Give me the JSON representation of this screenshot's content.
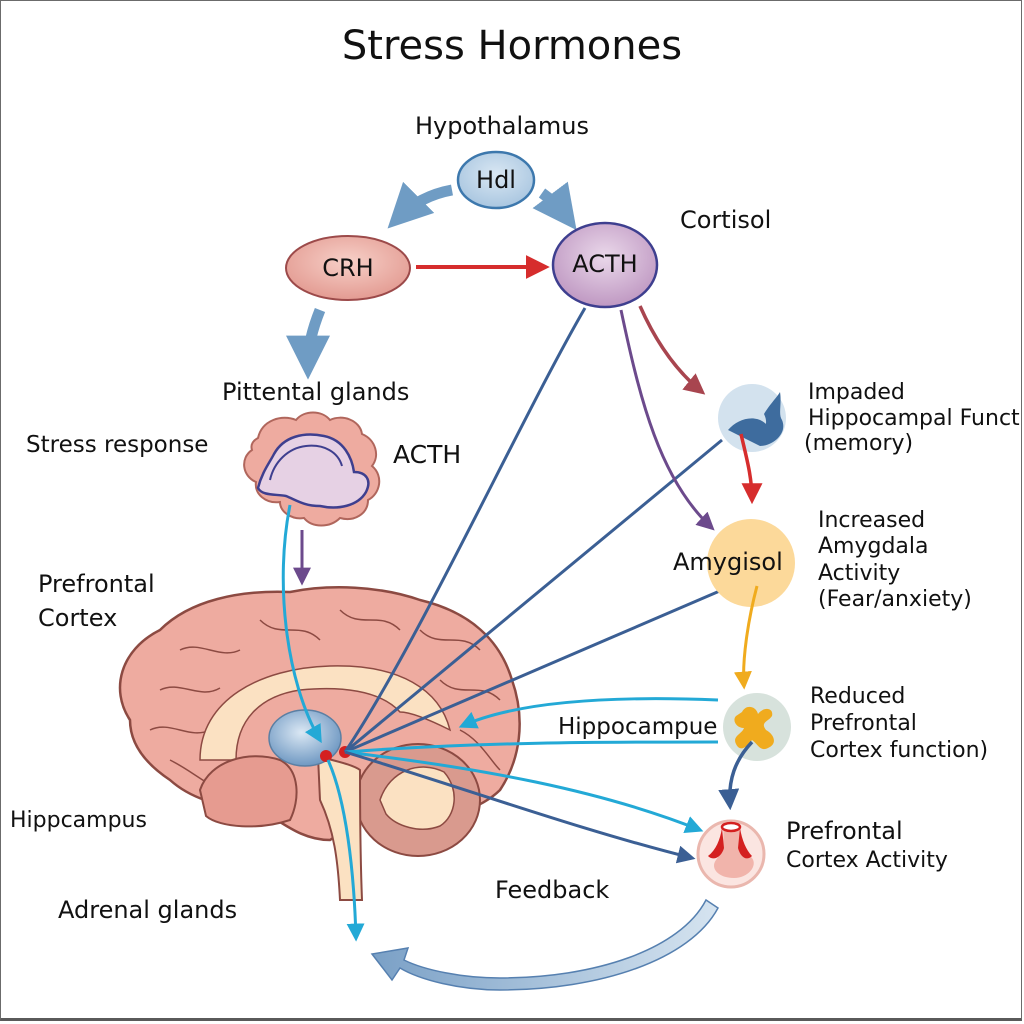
{
  "title": "Stress Hormones",
  "nodes": {
    "hypothalamus_label": "Hypothalamus",
    "hdl": "Hdl",
    "crh": "CRH",
    "acth_top": "ACTH",
    "cortisol": "Cortisol",
    "pittental": "Pittental glands",
    "stress_response": "Stress response",
    "acth_side": "ACTH",
    "prefrontal_cortex_left_1": "Prefrontal",
    "prefrontal_cortex_left_2": "Cortex",
    "hippcampus": "Hippcampus",
    "adrenal_glands": "Adrenal glands",
    "feedback": "Feedback",
    "amygisol": "Amygisol",
    "hippocampue": "Hippocampue"
  },
  "effects": [
    {
      "lines": [
        "Impaded",
        "Hippocampal Funct",
        "(memory)"
      ],
      "icon": "hippocampus-curl-icon"
    },
    {
      "lines": [
        "Increased",
        "Amygdala",
        "Activity",
        "(Fear/anxiety)"
      ],
      "icon": "amygdala-circle-icon"
    },
    {
      "lines": [
        "Reduced",
        "Prefrontal",
        "Cortex function)"
      ],
      "icon": "neuron-icon"
    },
    {
      "lines": [
        "Prefrontal",
        "Cortex Activity"
      ],
      "icon": "adrenal-flask-icon"
    }
  ],
  "colors": {
    "arrow_blue": "#6f9cc4",
    "arrow_red": "#d62d2d",
    "line_navy": "#3b5f94",
    "line_cyan": "#23a9d6",
    "line_purple": "#6c4a8c",
    "line_maroon": "#a8454f",
    "line_orange": "#f0ab1e",
    "brain_fill": "#eeaba0",
    "brain_stroke": "#8c4a42"
  }
}
